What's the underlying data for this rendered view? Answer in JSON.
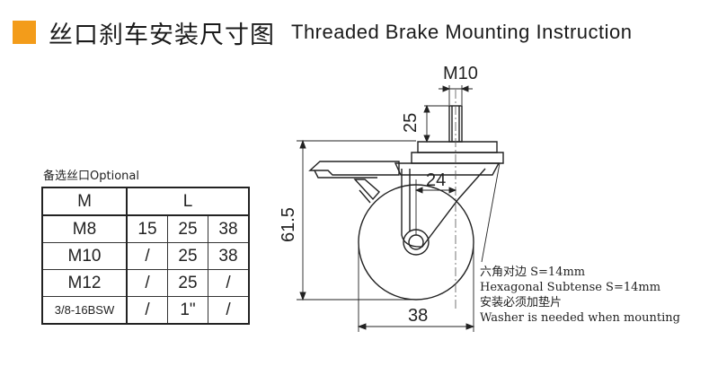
{
  "title": {
    "cn": "丝口刹车安装尺寸图",
    "en": "Threaded Brake Mounting Instruction",
    "accent_color": "#f39c1a"
  },
  "table": {
    "label": "备选丝口Optional",
    "header": {
      "m": "M",
      "l": "L"
    },
    "rows": [
      {
        "m": "M8",
        "values": [
          "15",
          "25",
          "38"
        ]
      },
      {
        "m": "M10",
        "values": [
          "/",
          "25",
          "38"
        ]
      },
      {
        "m": "M12",
        "values": [
          "/",
          "25",
          "/"
        ]
      },
      {
        "m": "3/8-16BSW",
        "values": [
          "/",
          "1\"",
          "/"
        ]
      }
    ]
  },
  "dimensions": {
    "thread": "M10",
    "stem_length": "25",
    "offset": "24",
    "height": "61.5",
    "width": "38"
  },
  "notes": [
    "六角对边 S=14mm",
    "Hexagonal Subtense S=14mm",
    "安装必须加垫片",
    "Washer is needed when mounting"
  ]
}
